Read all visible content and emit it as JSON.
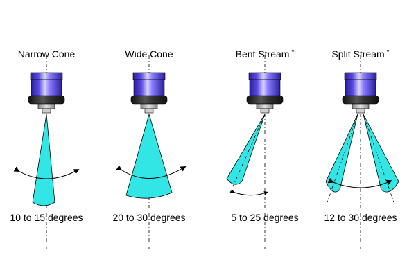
{
  "colors": {
    "spray": "#33e6e6",
    "nozzle_top": "#3a2ab8",
    "nozzle_mid": "#6a5cf0",
    "nozzle_light": "#d8d4ff",
    "cap_dark": "#1c1c1c",
    "cap_gray": "#a9a9a9",
    "outline": "#000000"
  },
  "panels": [
    {
      "title": "Narrow Cone",
      "asterisk": "",
      "degrees": "10 to 15 degrees",
      "pattern": "narrow-cone"
    },
    {
      "title": "Wide Cone",
      "asterisk": "",
      "degrees": "20 to 30 degrees",
      "pattern": "wide-cone"
    },
    {
      "title": "Bent Stream",
      "asterisk": "*",
      "degrees": "5 to 25 degrees",
      "pattern": "bent-stream"
    },
    {
      "title": "Split Stream",
      "asterisk": "*",
      "degrees": "12 to 30 degrees",
      "pattern": "split-stream"
    }
  ]
}
